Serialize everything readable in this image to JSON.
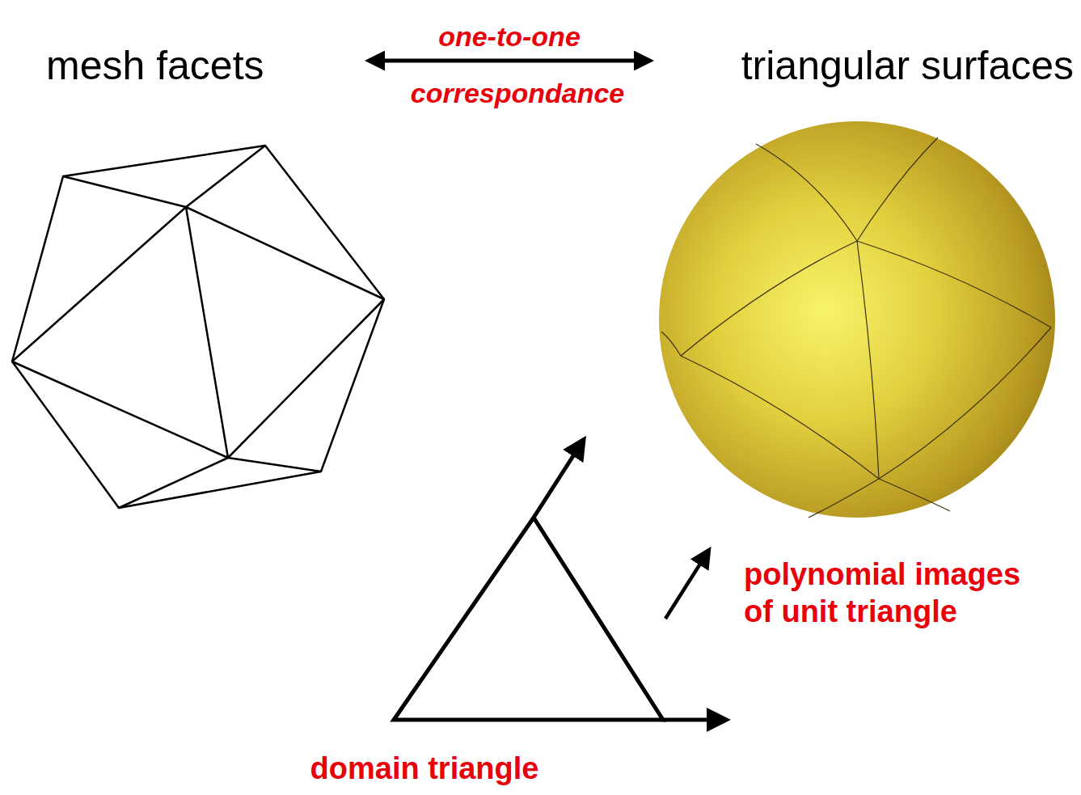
{
  "diagram": {
    "nodes": [
      {
        "text": [
          "mesh facets"
        ]
      },
      {
        "text": [
          "triangular surfaces"
        ]
      }
    ],
    "edges": [
      {
        "from": 0,
        "to": 1,
        "arrow": "both",
        "label": "one-to-one"
      }
    ],
    "labels": [
      "correspondance",
      "polynomial images of unit triangle",
      "domain triangle"
    ]
  }
}
